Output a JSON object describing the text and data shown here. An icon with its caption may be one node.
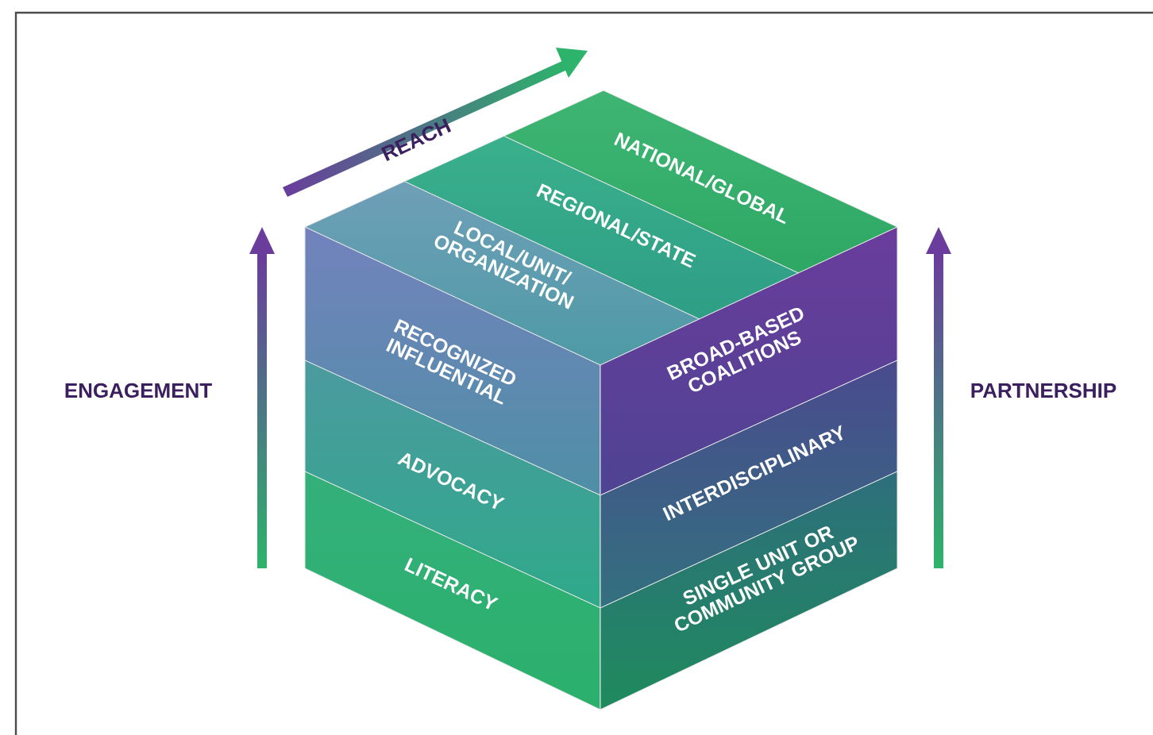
{
  "diagram": {
    "nodes": [
      {
        "text": [
          "NATIONAL/GLOBAL"
        ]
      },
      {
        "text": [
          "REGIONAL/STATE"
        ]
      },
      {
        "text": [
          "LOCAL/UNIT/ ORGANIZATION"
        ]
      },
      {
        "text": [
          "RECOGNIZED INFLUENTIAL"
        ]
      },
      {
        "text": [
          "ADVOCACY"
        ]
      },
      {
        "text": [
          "LITERACY"
        ]
      },
      {
        "text": [
          "BROAD-BASED COALITIONS"
        ]
      },
      {
        "text": [
          "INTERDISCIPLINARY"
        ]
      },
      {
        "text": [
          "SINGLE UNIT OR COMMUNITY GROUP"
        ]
      }
    ],
    "labels": [
      "REACH",
      "ENGAGEMENT",
      "PARTNERSHIP"
    ]
  }
}
